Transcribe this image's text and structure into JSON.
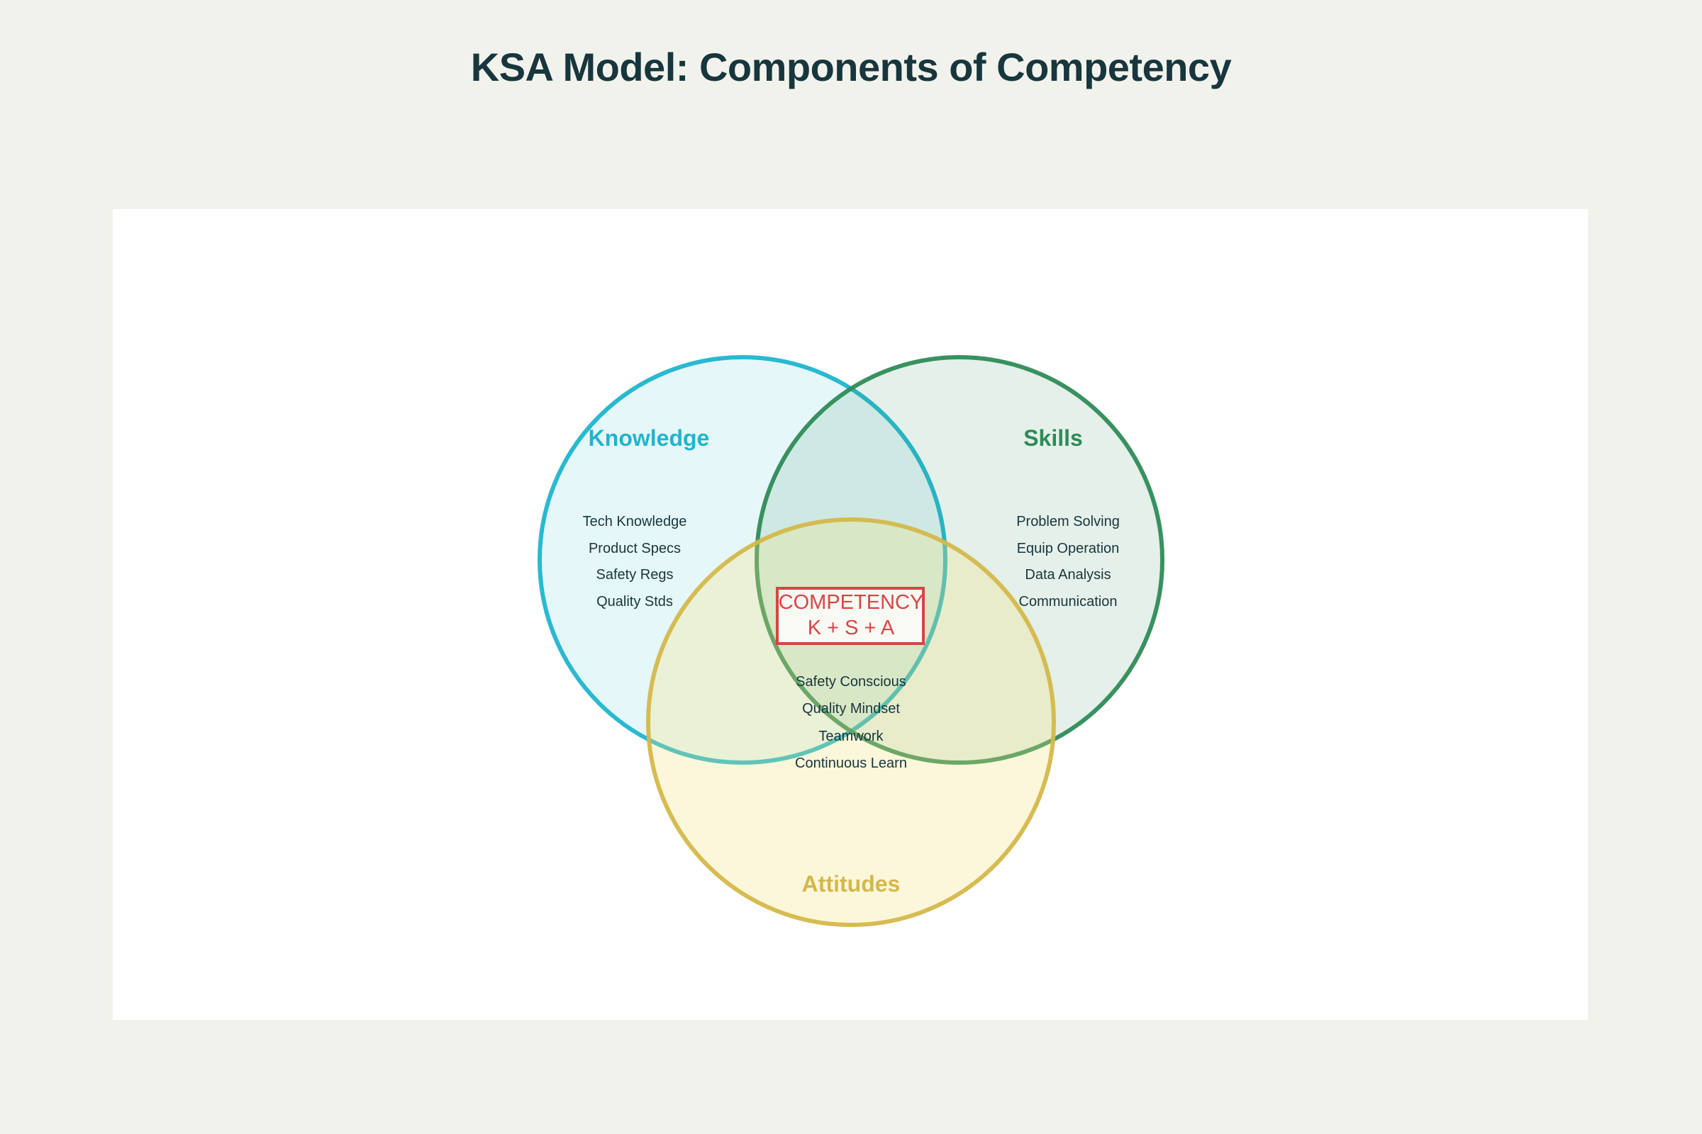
{
  "title": "KSA Model: Components of Competency",
  "colors": {
    "knowledge": "#1fb5cf",
    "skills": "#2e8b57",
    "attitudes": "#d4b84a",
    "core": "#d94444",
    "title": "#17363d",
    "background": "#f2f2ec"
  },
  "sets": {
    "knowledge": {
      "label": "Knowledge",
      "items": [
        "Tech Knowledge",
        "Product Specs",
        "Safety Regs",
        "Quality Stds"
      ]
    },
    "skills": {
      "label": "Skills",
      "items": [
        "Problem Solving",
        "Equip Operation",
        "Data Analysis",
        "Communication"
      ]
    },
    "attitudes": {
      "label": "Attitudes",
      "items": [
        "Safety Conscious",
        "Quality Mindset",
        "Teamwork",
        "Continuous Learn"
      ]
    }
  },
  "center": {
    "line1": "COMPETENCY",
    "line2": "K + S + A"
  }
}
